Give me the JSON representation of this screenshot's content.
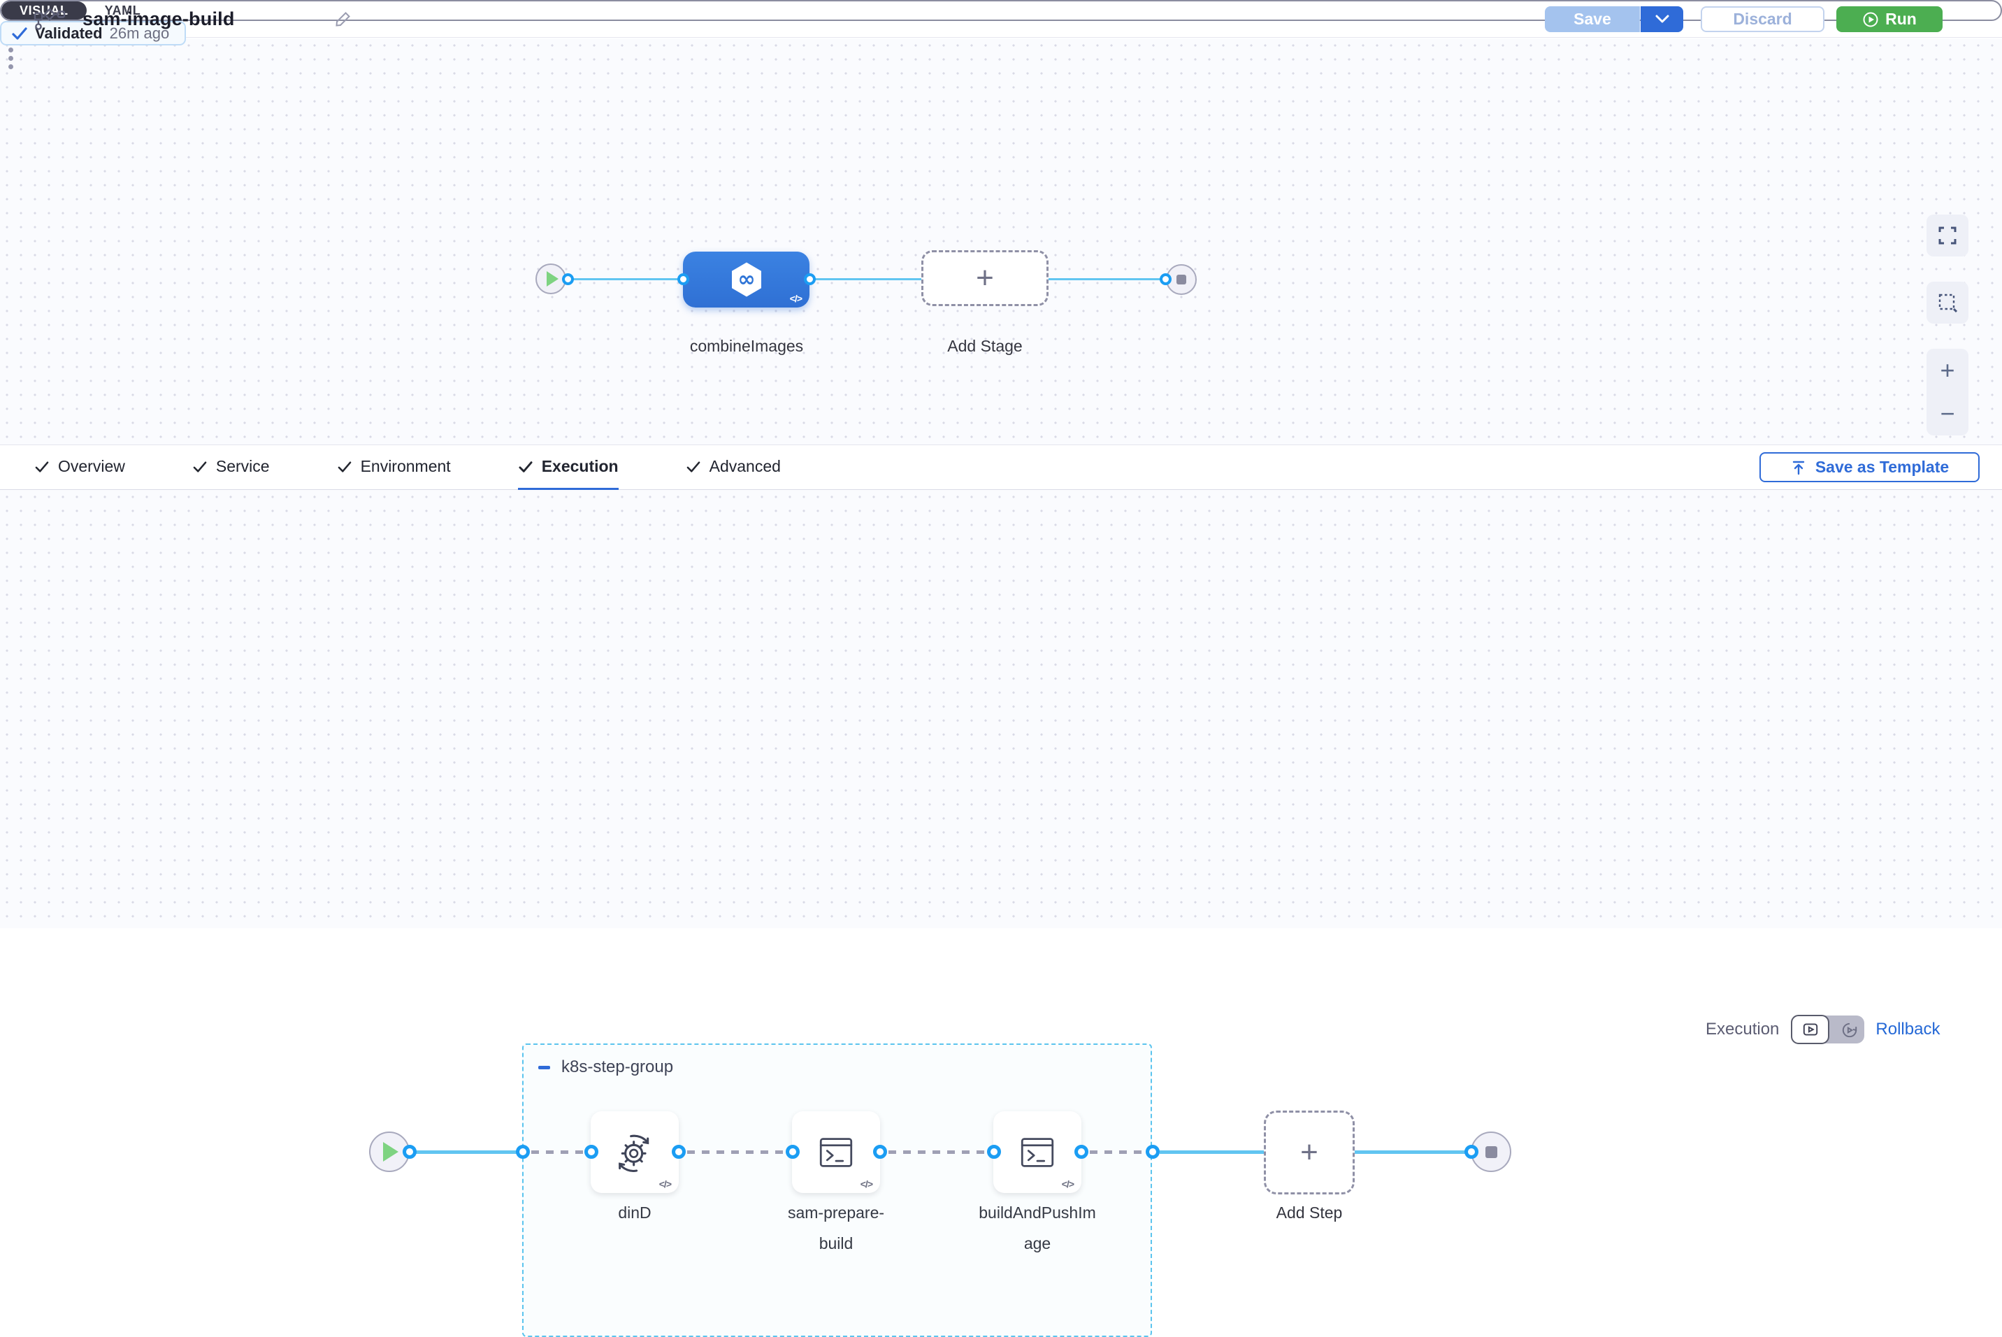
{
  "header": {
    "title": "sam-image-build",
    "view_modes": {
      "visual": "VISUAL",
      "yaml": "YAML",
      "active": "VISUAL"
    },
    "validated_label": "Validated",
    "validated_time": "26m ago",
    "save_label": "Save",
    "discard_label": "Discard",
    "run_label": "Run"
  },
  "stage_pipeline": {
    "stage_name": "combineImages",
    "add_stage_label": "Add Stage"
  },
  "tabs": {
    "items": [
      {
        "label": "Overview",
        "checked": true
      },
      {
        "label": "Service",
        "checked": true
      },
      {
        "label": "Environment",
        "checked": true
      },
      {
        "label": "Execution",
        "checked": true,
        "active": true
      },
      {
        "label": "Advanced",
        "checked": true
      }
    ],
    "save_as_template_label": "Save as Template"
  },
  "execution": {
    "mode_label": "Execution",
    "rollback_label": "Rollback",
    "group_name": "k8s-step-group",
    "steps": [
      {
        "name": "dinD",
        "icon": "gear-sync-icon"
      },
      {
        "name": "sam-prepare-build",
        "icon": "terminal-icon"
      },
      {
        "name": "buildAndPushImage",
        "icon": "terminal-icon"
      }
    ],
    "add_step_label": "Add Step"
  },
  "icons": {
    "code": "</>",
    "plus": "+",
    "infinity": "∞",
    "zoom_in": "+",
    "zoom_out": "−"
  },
  "colors": {
    "accent_blue": "#2f6bd8",
    "stage_blue": "#3277d8",
    "connector_blue": "#61c5f1",
    "port_blue": "#1b9df3",
    "group_border": "#5bc4ee",
    "run_green": "#4cae51",
    "play_green": "#7ed381",
    "toggle_dark": "#3a3b49"
  }
}
